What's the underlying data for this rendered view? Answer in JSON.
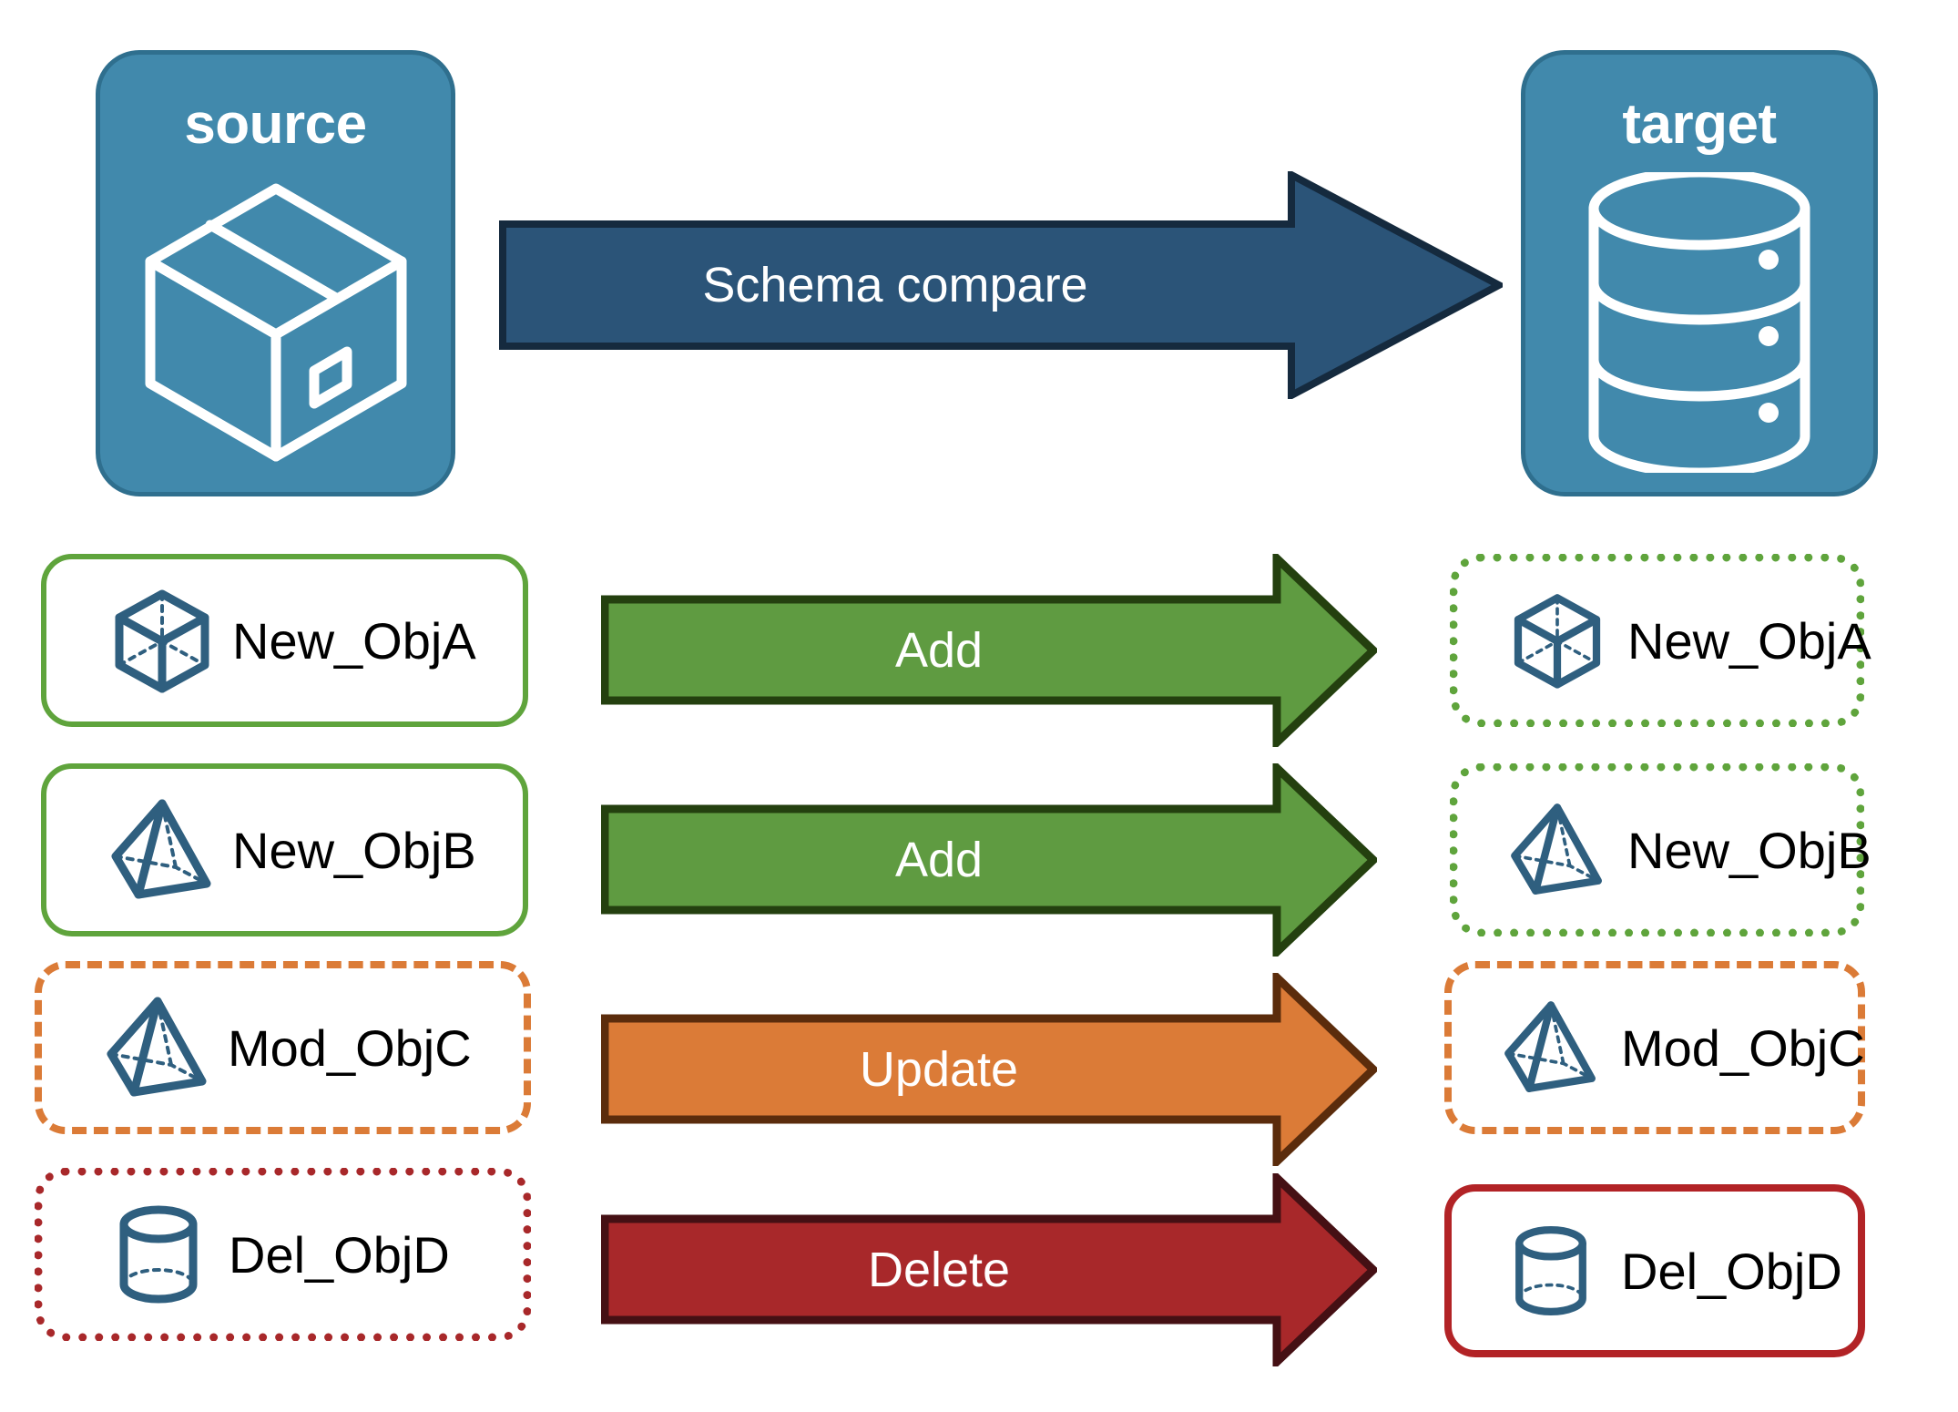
{
  "diagram": {
    "title": "Schema compare source to target",
    "endpoints": [
      {
        "id": "source",
        "label": "source",
        "icon": "package-box-icon"
      },
      {
        "id": "target",
        "label": "target",
        "icon": "database-cylinder-icon"
      }
    ],
    "compare_arrow": {
      "label": "Schema compare",
      "fill": "#2B5478",
      "stroke": "#152A3E"
    },
    "rows": [
      {
        "action": "Add",
        "arrow_fill": "#5F9B41",
        "arrow_stroke": "#24400F",
        "source": {
          "label": "New_ObjA",
          "icon": "cube-icon",
          "border_style": "solid",
          "border_color": "#5FA43C"
        },
        "target": {
          "label": "New_ObjA",
          "icon": "cube-icon",
          "border_style": "dotted",
          "border_color": "#5FA43C"
        }
      },
      {
        "action": "Add",
        "arrow_fill": "#5F9B41",
        "arrow_stroke": "#24400F",
        "source": {
          "label": "New_ObjB",
          "icon": "pyramid-icon",
          "border_style": "solid",
          "border_color": "#5FA43C"
        },
        "target": {
          "label": "New_ObjB",
          "icon": "pyramid-icon",
          "border_style": "dotted",
          "border_color": "#5FA43C"
        }
      },
      {
        "action": "Update",
        "arrow_fill": "#DB7B37",
        "arrow_stroke": "#5B2C0C",
        "source": {
          "label": "Mod_ObjC",
          "icon": "pyramid-icon",
          "border_style": "dashed",
          "border_color": "#DB7B37"
        },
        "target": {
          "label": "Mod_ObjC",
          "icon": "pyramid-icon",
          "border_style": "dashed",
          "border_color": "#DB7B37"
        }
      },
      {
        "action": "Delete",
        "arrow_fill": "#A8282A",
        "arrow_stroke": "#451014",
        "source": {
          "label": "Del_ObjD",
          "icon": "cylinder-icon",
          "border_style": "dotted",
          "border_color": "#A8282A"
        },
        "target": {
          "label": "Del_ObjD",
          "icon": "cylinder-icon",
          "border_style": "solid",
          "border_color": "#B22326"
        }
      }
    ],
    "colors": {
      "endpoint_fill": "#4189AC",
      "endpoint_stroke": "#2F6F8E",
      "object_icon": "#2F5F7F",
      "background": "#FFFFFF",
      "text": "#000000"
    }
  }
}
